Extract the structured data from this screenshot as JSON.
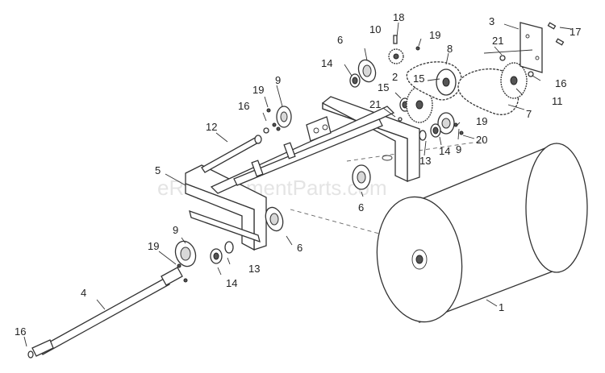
{
  "watermark": "eReplacementParts.com",
  "labels": {
    "p1": "1",
    "p2": "2",
    "p3": "3",
    "p4": "4",
    "p5": "5",
    "p6a": "6",
    "p6b": "6",
    "p6c": "6",
    "p7": "7",
    "p8": "8",
    "p9a": "9",
    "p9b": "9",
    "p9c": "9",
    "p10": "10",
    "p11": "11",
    "p12": "12",
    "p13a": "13",
    "p13b": "13",
    "p14a": "14",
    "p14b": "14",
    "p14c": "14",
    "p15a": "15",
    "p15b": "15",
    "p16a": "16",
    "p16b": "16",
    "p16c": "16",
    "p17": "17",
    "p18": "18",
    "p19a": "19",
    "p19b": "19",
    "p19c": "19",
    "p19d": "19",
    "p20": "20",
    "p21a": "21",
    "p21b": "21"
  }
}
